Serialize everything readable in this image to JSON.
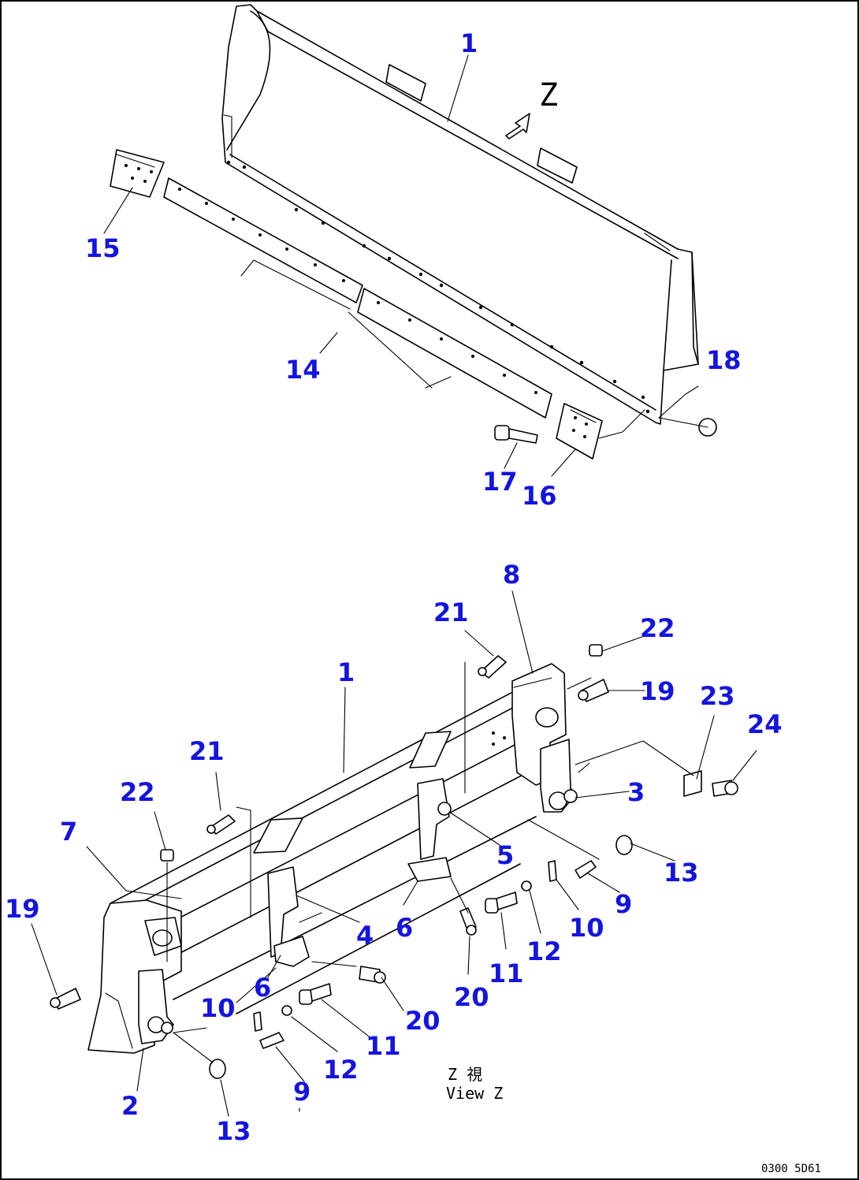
{
  "view_marker": "Z",
  "view_caption": {
    "line1": "Z   視",
    "line2": "View Z"
  },
  "drawing_code": "0300 5D61",
  "top_callouts": {
    "c1": "1",
    "c14": "14",
    "c15": "15",
    "c16": "16",
    "c17": "17",
    "c18": "18"
  },
  "bottom_callouts": {
    "c1": "1",
    "c2": "2",
    "c3": "3",
    "c4": "4",
    "c5": "5",
    "c6a": "6",
    "c6b": "6",
    "c7": "7",
    "c8": "8",
    "c9a": "9",
    "c9b": "9",
    "c10a": "10",
    "c10b": "10",
    "c11a": "11",
    "c11b": "11",
    "c12a": "12",
    "c12b": "12",
    "c13a": "13",
    "c13b": "13",
    "c19a": "19",
    "c19b": "19",
    "c20a": "20",
    "c20b": "20",
    "c21a": "21",
    "c21b": "21",
    "c22a": "22",
    "c22b": "22",
    "c23": "23",
    "c24": "24"
  }
}
